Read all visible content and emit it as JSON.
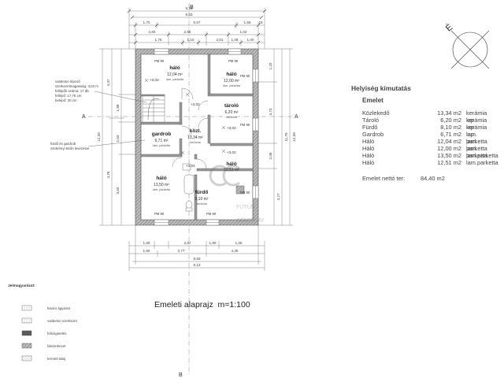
{
  "drawing": {
    "title": "Emeleti alaprajz",
    "scale": "m=1:100",
    "section_labels": [
      "A",
      "A",
      "B",
      "B"
    ]
  },
  "rooms": [
    {
      "name": "háló",
      "area": "12,04 m²",
      "material": "lam. parketta"
    },
    {
      "name": "háló",
      "area": "12,00 m²",
      "material": "lam. parketta"
    },
    {
      "name": "gardrob",
      "area": "6,71 m²",
      "material": "lam. parketta"
    },
    {
      "name": "közl.",
      "area": "13,34 m²",
      "material": "kerámia"
    },
    {
      "name": "tároló",
      "area": "6,20 m²",
      "material": "kerámia"
    },
    {
      "name": "háló",
      "area": "12,51 m²",
      "material": "lam. parketta"
    },
    {
      "name": "háló",
      "area": "13,50 m²",
      "material": "lam. parketta"
    },
    {
      "name": "fürdő",
      "area": "8,10 m²",
      "material": "kerámia"
    }
  ],
  "window_tags": [
    "PM 90",
    "PM 90",
    "PM 90",
    "PM 90",
    "PM 90",
    "PM 90",
    "PM 90"
  ],
  "level_marks": [
    "+3,02",
    "+3,02",
    "+3,02",
    "+3,02",
    "+3,02"
  ],
  "top_dims": {
    "row1": [
      "9,13"
    ],
    "row2": [
      "8,83"
    ],
    "row3": [
      "1,70",
      "5,57",
      "1,56",
      "15"
    ],
    "row4": [
      "2,60",
      "2,56",
      "1,02"
    ],
    "row5": [
      "1,75",
      "1,10",
      "2,01",
      "1,06",
      "1,00"
    ]
  },
  "bottom_dims": {
    "row1": [
      "1,80",
      "2,97",
      "1,80",
      "1,25"
    ],
    "row2": [
      "1,50",
      "3,77",
      "4,30"
    ],
    "row3": [
      "8,83"
    ],
    "row4": [
      "9,13"
    ]
  },
  "left_dims": [
    "12,39",
    "4,37",
    "1,88",
    "2,53",
    "3,50",
    "4,76"
  ],
  "right_dims": [
    "12,39",
    "11,79",
    "4,27",
    "2,06",
    "3,73",
    "1,20"
  ],
  "annotations": {
    "stair": [
      "vasbeton lépcső",
      "szerkezetmagasság: 3,02 m",
      "fellépők száma: 17 db",
      "fellépő: 17,76 cm",
      "belépő: 30 cm"
    ],
    "wardrobe": [
      "fürdő és gardrob",
      "szekrényi tetőn levezetve"
    ]
  },
  "watermark": {
    "lines": [
      "FÜTÜN",
      "CENTRUM"
    ]
  },
  "summary": {
    "title": "Helyiség kimutatás",
    "subtitle": "Emelet",
    "rows": [
      {
        "name": "Közlekedő",
        "area": "13,34 m2",
        "material": "kerámia lap"
      },
      {
        "name": "Tároló",
        "area": "6,20 m2",
        "material": "kerámia lap"
      },
      {
        "name": "Fürdő",
        "area": "8,10 m2",
        "material": "kerámia lap"
      },
      {
        "name": "Gardrob",
        "area": "6,71 m2",
        "material": "lam. parketta"
      },
      {
        "name": "Háló",
        "area": "12,04 m2",
        "material": "lam. parketta"
      },
      {
        "name": "Háló",
        "area": "12,00 m2",
        "material": "lam. parketta"
      },
      {
        "name": "Háló",
        "area": "13,50 m2",
        "material": "lam.parketta"
      },
      {
        "name": "Háló",
        "area": "12,51 m2",
        "material": "lam.parketta"
      }
    ],
    "total_label": "Emelet nettó ter:",
    "total_value": "84,40  m2"
  },
  "legend": {
    "title": "Jelmagyarázat:",
    "items": [
      {
        "label": "kavics ágyazat"
      },
      {
        "label": "vasbeton szerkezet"
      },
      {
        "label": "hőszigetelés"
      },
      {
        "label": "falszerkezet"
      },
      {
        "label": "termett talaj"
      }
    ]
  },
  "compass_letter": "É",
  "colors": {
    "wall": "#8a8a8a",
    "wall_dark": "#555555",
    "line": "#555555"
  }
}
